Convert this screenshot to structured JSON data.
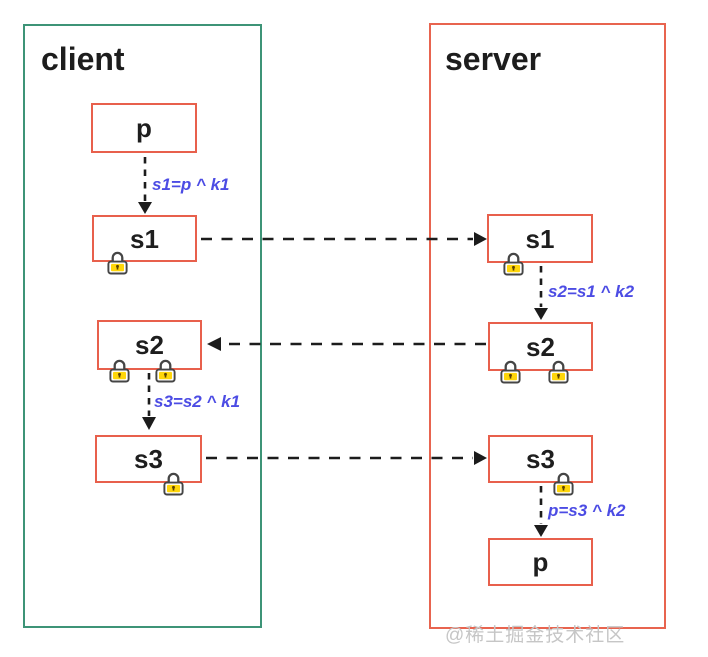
{
  "client": {
    "title": "client",
    "nodes": [
      {
        "label": "p"
      },
      {
        "label": "s1"
      },
      {
        "label": "s2"
      },
      {
        "label": "s3"
      }
    ]
  },
  "server": {
    "title": "server",
    "nodes": [
      {
        "label": "s1"
      },
      {
        "label": "s2"
      },
      {
        "label": "s3"
      },
      {
        "label": "p"
      }
    ]
  },
  "formulas": [
    {
      "text": "s1=p ^ k1"
    },
    {
      "text": "s2=s1 ^ k2"
    },
    {
      "text": "s3=s2 ^ k1"
    },
    {
      "text": "p=s3 ^ k2"
    }
  ],
  "watermark": "@稀土掘金技术社区",
  "icons": {
    "lock": "lock-icon"
  },
  "colors": {
    "client_border": "#3d9477",
    "server_border": "#e8644f",
    "node_border": "#e8604c",
    "formula_text": "#4c4ce4",
    "arrow": "#1c1c1c",
    "text": "#1d1d1d",
    "watermark_text": "#c6c6c6",
    "lock_body": "#ffd60a"
  }
}
